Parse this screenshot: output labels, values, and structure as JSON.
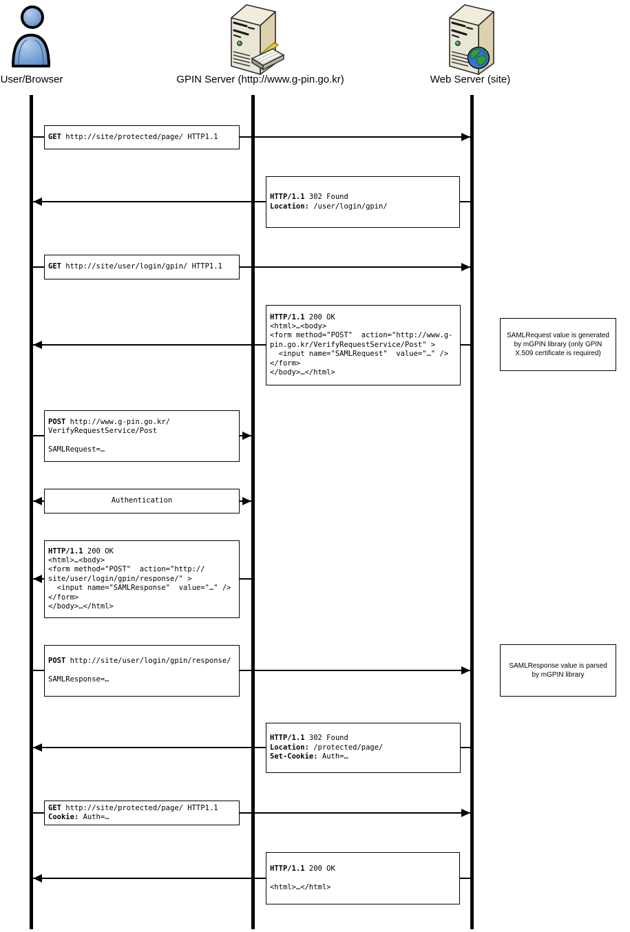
{
  "actors": [
    {
      "id": "user",
      "label": "User/Browser",
      "icon": "person-icon"
    },
    {
      "id": "gpin",
      "label": "GPIN Server (http://www.g-pin.go.kr)",
      "icon": "server-keyboard-icon"
    },
    {
      "id": "web",
      "label": "Web Server (site)",
      "icon": "server-globe-icon"
    }
  ],
  "messages": [
    {
      "from": "user",
      "to": "web",
      "lines": [
        {
          "b": "GET",
          "r": " http://site/protected/page/ HTTP1.1"
        }
      ]
    },
    {
      "from": "web",
      "to": "user",
      "lines": [
        {
          "b": "HTTP/1.1",
          "r": " 302 Found"
        },
        {
          "b": "Location:",
          "r": " /user/login/gpin/"
        }
      ]
    },
    {
      "from": "user",
      "to": "web",
      "lines": [
        {
          "b": "GET",
          "r": " http://site/user/login/gpin/ HTTP1.1"
        }
      ]
    },
    {
      "from": "web",
      "to": "user",
      "lines": [
        {
          "b": "HTTP/1.1",
          "r": " 200 OK"
        },
        {
          "r": "<html>…<body>"
        },
        {
          "r": "<form method=\"POST\"  action=\"http://www.g-"
        },
        {
          "r": "pin.go.kr/VerifyRequestService/Post\" >"
        },
        {
          "r": "  <input name=\"SAMLRequest\"  value=\"…\" />"
        },
        {
          "r": "</form>"
        },
        {
          "r": "</body>…</html>"
        }
      ]
    },
    {
      "from": "user",
      "to": "gpin",
      "lines": [
        {
          "b": "POST",
          "r": " http://www.g-pin.go.kr/"
        },
        {
          "r": "VerifyRequestService/Post"
        },
        {
          "r": ""
        },
        {
          "r": "SAMLRequest=…"
        }
      ]
    },
    {
      "from": "user",
      "to": "gpin",
      "bidirectional": true,
      "lines": [
        {
          "r": "Authentication"
        }
      ]
    },
    {
      "from": "gpin",
      "to": "user",
      "lines": [
        {
          "b": "HTTP/1.1",
          "r": " 200 OK"
        },
        {
          "r": "<html>…<body>"
        },
        {
          "r": "<form method=\"POST\"  action=\"http://"
        },
        {
          "r": "site/user/login/gpin/response/\" >"
        },
        {
          "r": "  <input name=\"SAMLResponse\"  value=\"…\" />"
        },
        {
          "r": "</form>"
        },
        {
          "r": "</body>…</html>"
        }
      ]
    },
    {
      "from": "user",
      "to": "web",
      "lines": [
        {
          "b": "POST",
          "r": " http://site/user/login/gpin/response/"
        },
        {
          "r": ""
        },
        {
          "r": "SAMLResponse=…"
        }
      ]
    },
    {
      "from": "web",
      "to": "user",
      "lines": [
        {
          "b": "HTTP/1.1",
          "r": " 302 Found"
        },
        {
          "b": "Location:",
          "r": " /protected/page/"
        },
        {
          "b": "Set-Cookie:",
          "r": " Auth=…"
        }
      ]
    },
    {
      "from": "user",
      "to": "web",
      "lines": [
        {
          "b": "GET",
          "r": " http://site/protected/page/ HTTP1.1"
        },
        {
          "b": "Cookie:",
          "r": " Auth=…"
        }
      ]
    },
    {
      "from": "web",
      "to": "user",
      "lines": [
        {
          "b": "HTTP/1.1",
          "r": " 200 OK"
        },
        {
          "r": ""
        },
        {
          "r": "<html>…</html>"
        }
      ]
    }
  ],
  "notes": [
    {
      "text": "SAMLRequest value is generated by mGPIN library (only GPIN X.509 certificate is required)"
    },
    {
      "text": "SAMLResponse value is parsed by mGPIN library"
    }
  ],
  "colors": {
    "line": "#000000",
    "person_fill": "#6f9ad3",
    "server_top": "#f2edda",
    "server_front": "#eae6d6",
    "server_side": "#ddd2ae",
    "led_green": "#2f9e4f",
    "globe_ocean": "#3a6fd8",
    "globe_land": "#2f9e35",
    "keyboard_gray": "#d8d8d2",
    "pencil_yellow": "#edc832"
  }
}
